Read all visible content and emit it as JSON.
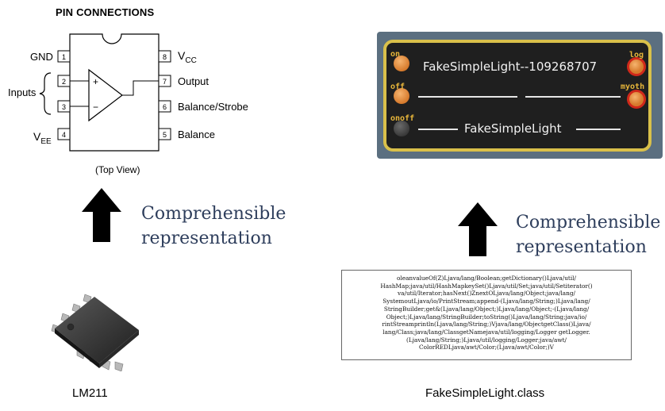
{
  "pin_connections": {
    "title": "PIN CONNECTIONS",
    "pins_left": [
      {
        "number": "1",
        "label": "GND"
      },
      {
        "number": "2",
        "label": ""
      },
      {
        "number": "3",
        "label": ""
      },
      {
        "number": "4",
        "label_main": "V",
        "label_sub": "EE"
      }
    ],
    "pins_right": [
      {
        "number": "8",
        "label_main": "V",
        "label_sub": "CC"
      },
      {
        "number": "7",
        "label": "Output"
      },
      {
        "number": "6",
        "label": "Balance/Strobe"
      },
      {
        "number": "5",
        "label": "Balance"
      }
    ],
    "inputs_label": "Inputs",
    "plus_sign": "+",
    "minus_sign": "−",
    "view_caption": "(Top View)"
  },
  "captions": {
    "left": {
      "line1": "Comprehensible",
      "line2": "representation"
    },
    "right": {
      "line1": "Comprehensible",
      "line2": "representation"
    }
  },
  "widget": {
    "title": "FakeSimpleLight--109268707",
    "center_label": "FakeSimpleLight",
    "buttons_left": [
      "on",
      "off",
      "onoff"
    ],
    "buttons_right": [
      "log",
      "myoth"
    ],
    "colors": {
      "frame": "#d9c04a",
      "body": "#1f1f1f",
      "knob": "#d67a2c",
      "ring": "#d0281a",
      "label": "#e8b63a"
    }
  },
  "bytecode_lines": [
    "oleanvalueOf(Z)Ljava/lang/Boolean;getDictionary()Ljava/util/",
    "HashMap;java/util/HashMapkeySet()Ljava/util/Set;java/util/Setiterator()",
    "va/util/Iterator;hasNext()ZnextOLjava/lang/Object;java/lang/",
    "SystemoutLjava/io/PrintStream;append-(Ljava/lang/String;)Ljava/lang/",
    "StringBuilder;get&(Ljava/lang/Object;)Ljava/lang/Object;-(Ljava/lang/",
    "Object;)Ljava/lang/StringBuilder;toString()Ljava/lang/String;java/io/",
    "rintStreamprintln(Ljava/lang/String;)Vjava/lang/ObjectgetClass()Ljava/",
    "lang/Class;java/lang/ClassgetNamejava/util/logging/Logger getLogger.",
    "(Ljava/lang/String;)Ljava/util/logging/Logger;java/awt/",
    "ColorREDLjava/awt/Color;(Ljava/awt/Color;)V"
  ],
  "bottom_labels": {
    "left": "LM211",
    "right": "FakeSimpleLight.class"
  }
}
